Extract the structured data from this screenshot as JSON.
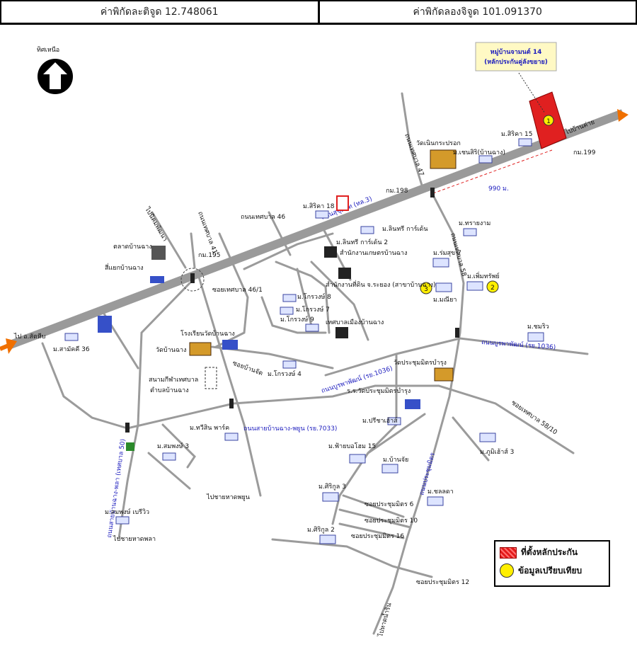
{
  "header": {
    "lat_label": "ค่าพิกัดละติจูด 12.748061",
    "lon_label": "ค่าพิกัดลองจิจูด 101.091370"
  },
  "compass": {
    "label": "ทิศเหนือ",
    "icon": "north-arrow-icon"
  },
  "subject": {
    "title_line1": "หมู่บ้านจามนต์ 14",
    "title_line2": "(หลักประกันคู่ลังขยาย)",
    "marker": "1"
  },
  "roads": {
    "sukhumvit": "ถนนสุขุมวิท (ทล.3)",
    "thetsaban47": "ถนนเทศบาล 47",
    "thetsaban41": "ถนนเทศบาล 41",
    "thetsaban46": "ถนนเทศบาล 46",
    "thetsaban46_1": "ซอยเทศบาล 46/1",
    "thetsaban58": "ถนนเทศบาล 58",
    "thetsaban58_10": "ซอยเทศบาล 58/10",
    "kitsuk": "ซอยบ้านจัด",
    "burapha": "ถนนบูรพาพัฒน์ (รย.1036)",
    "burapha2": "ถนนบูรพาพัฒน์ (รย.1036)",
    "banchang_phayun": "ถนนสายบ้านฉาง-พยูน (รย.7033)",
    "banchang_phla": "ถนนสายบ้านฉาง-พลา (เทศบาล 50)",
    "prachummit": "ถนนประชุมมิตร",
    "soi_prachummit_12": "ซอยประชุมมิตร 12",
    "soi_prachummit_16": "ซอยประชุมมิตร 16",
    "soi_prachummit_6": "ซอยประชุมมิตร 6",
    "soi_prachummit_10": "ซอยประชุมมิตร 10"
  },
  "directions": {
    "to_bankhai": "ไปบ้านค่าย",
    "to_sattahip": "ไป อ.สัตหีบ",
    "to_nikom": "ไปนิคมพัฒนา",
    "to_phayun": "ไปชายหาดพยูน",
    "to_phla": "ไปชายหาดพลา",
    "to_naminsin": "ไปหาดน้ำริน"
  },
  "distance": "990 ม.",
  "km_markers": {
    "km199": "กม.199",
    "km198": "กม.198",
    "km195": "กม.195"
  },
  "places": {
    "sirika15": "ม.สิริคา 15",
    "sirika18": "ม.สิริคา 18",
    "wat_noen": "วัดเนินกระปรอก",
    "chensiri": "ม.เชนสิริ(บ้านฉาง)",
    "lindri": "ม.ลินทรี การ์เด้น",
    "lindri2": "ม.ลินทรี การ์เด้น 2",
    "rom_suk7": "ม.ร่มสุข 7",
    "sai_ngam": "ม.ทรายงาม",
    "phum_sap": "ม.เพิ่มทรัพย์",
    "maniya": "ม.มณียา",
    "kaset": "สำนักงานเกษตรบ้านฉาง",
    "tax": "สำนักงานที่ดิน จ.ระยอง (สาขาบ้านฉาง)",
    "market": "ตลาดบ้านฉาง",
    "junction": "สี่แยกบ้านฉาง",
    "koraw8": "ม.โกรวงษ์ 8",
    "koraw7": "ม.โกรวงษ์ 7",
    "koraw9": "ม.โกรวงษ์ 9",
    "koraw4": "ม.โกรวงษ์ 4",
    "municipal": "เทศบาลเมืองบ้านฉาง",
    "school": "โรงเรียนวัดบ้านฉาง",
    "wat_banchang": "วัดบ้านฉาง",
    "samaki36": "ม.สามัคคี 36",
    "stadium_1": "สนามกีฬาเทศบาล",
    "stadium_2": "ตำบลบ้านฉาง",
    "wat_prachum": "วัดประชุมมิตรบำรุง",
    "school_prachum": "ร.ร.วัดประชุมมิตรบำรุง",
    "chomriu": "ม.ชมริว",
    "thawisin": "ม.ทวีสิน พาร์ค",
    "pritsa": "ม.ปรีชาเฮ้าส์",
    "phaiboon15": "ม.ฟ้ายบอโฮม 15",
    "banchai": "ม.บ้านจัย",
    "phum3": "ม.ภูมิเฮ้าส์ 3",
    "siriku3": "ม.ศิริกูล 3",
    "siriku2": "ม.ศิริกูล 2",
    "chonla": "ม.ชลลดา",
    "sompong3": "ม.สมพงษ์ 3",
    "sompong_river": "ม.สมพงษ์ เบรีวิว"
  },
  "legend": {
    "subject_label": "ที่ตั้งหลักประกัน",
    "comp_label": "ข้อมูลเปรียบเทียบ"
  },
  "comps": [
    "2",
    "3"
  ]
}
